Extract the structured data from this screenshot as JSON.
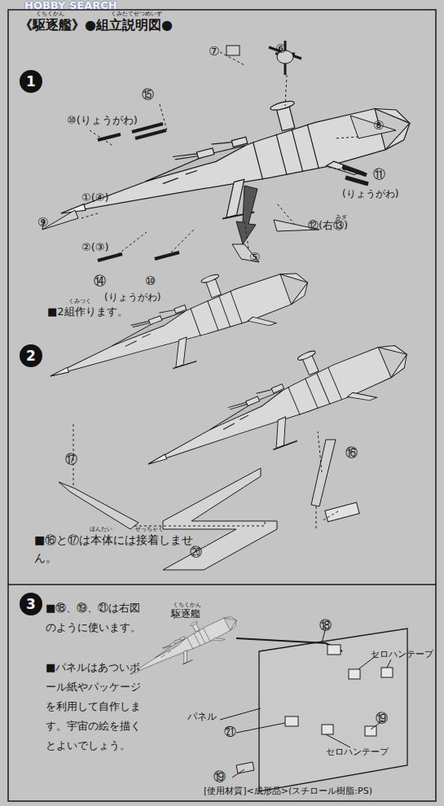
{
  "diagram": {
    "title": "《駆逐艦》●組立説明図●",
    "nodes": [
      {
        "text": [
          "1"
        ]
      },
      {
        "text": [
          "2"
        ]
      },
      {
        "text": [
          "3"
        ]
      }
    ],
    "labels": [
      "HOBBY SEARCH",
      "くちくかん",
      "くみたてせつめいず",
      "⑦",
      "⑥",
      "⑮",
      "⑩(りょうがわ)",
      "⑧",
      "①(④)",
      "⑨",
      "②(③)",
      "⑪",
      "(りょうがわ)",
      "みぎ",
      "⑫(右⑬)",
      "⑭",
      "⑩",
      "(りょうがわ)",
      "⑤",
      "■2組作ります。",
      "くみつく",
      "⑰",
      "⑯",
      "⑳",
      "■⑯と⑰は本体には接着しません。",
      "ほんたい",
      "せっちゃく",
      "■⑱、⑲、㉑は右図のように使います。",
      "■パネルはあついボール紙やパッケージを利用して自作します。宇宙の絵を描くとよいでしょう。",
      "くちくかん",
      "駆逐艦",
      "⑱",
      "セロハンテープ",
      "パネル",
      "㉑",
      "⑲",
      "セロハンテープ",
      "⑲",
      "[使用材質]<成形品>(スチロール樹脂:PS)"
    ]
  }
}
